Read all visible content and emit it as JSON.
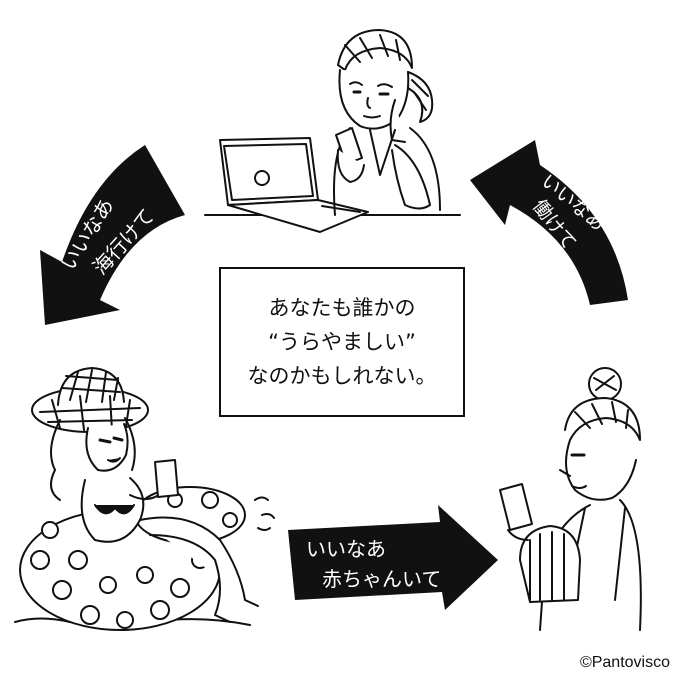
{
  "center_message": {
    "line1": "あなたも誰かの",
    "line2": "“うらやましい”",
    "line3": "なのかもしれない。"
  },
  "arrows": {
    "left": {
      "line1": "いいなあ",
      "line2": "海行けて"
    },
    "right": {
      "line1": "いいなあ",
      "line2": "働けて"
    },
    "bottom": {
      "line1": "いいなあ",
      "line2": "赤ちゃんいて"
    }
  },
  "credit": "©Pantovisco",
  "colors": {
    "ink": "#111111",
    "paper": "#ffffff",
    "arrow_text": "#ffffff"
  },
  "illustrations": [
    "office-worker-with-laptop",
    "woman-on-float-ring",
    "mother-with-baby-carrier"
  ]
}
